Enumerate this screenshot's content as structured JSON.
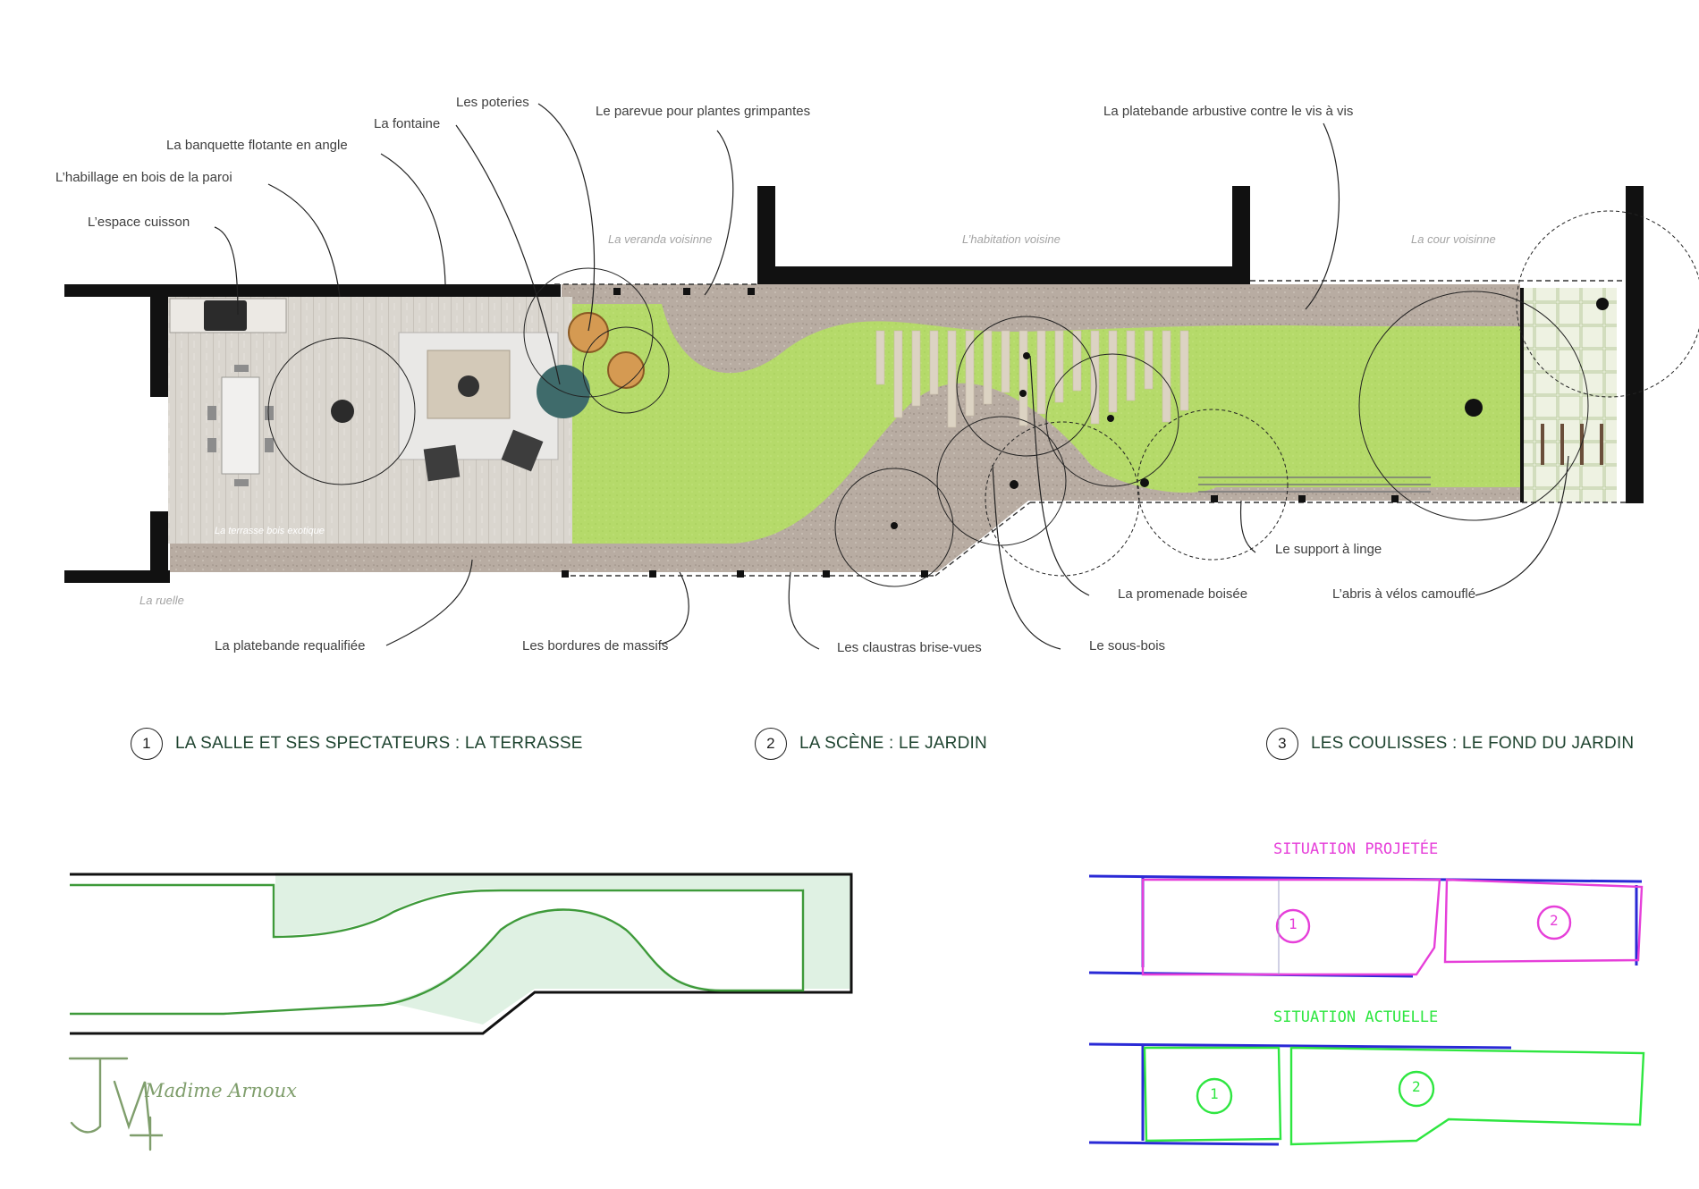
{
  "labels": {
    "poteries": "Les poteries",
    "parevue": "Le parevue pour plantes grimpantes",
    "platebande_arbustive": "La platebande arbustive contre le vis à vis",
    "fontaine": "La fontaine",
    "banquette": "La banquette flotante en angle",
    "habillage": "L’habillage en bois de la paroi",
    "cuisson": "L’espace cuisson",
    "platebande_requalifiee": "La platebande requalifiée",
    "bordures": "Les bordures de massifs",
    "claustras": "Les claustras brise-vues",
    "sous_bois": "Le sous-bois",
    "promenade": "La promenade boisée",
    "support_linge": "Le support à linge",
    "abris_velos": "L’abris à vélos camouflé"
  },
  "context": {
    "veranda": "La veranda voisinne",
    "habitation": "L’habitation voisine",
    "cour": "La cour voisinne",
    "ruelle": "La ruelle",
    "terrasse": "La terrasse bois exotique"
  },
  "sections": [
    {
      "num": "1",
      "title": "LA SALLE ET SES SPECTATEURS : LA TERRASSE"
    },
    {
      "num": "2",
      "title": "LA SCÈNE : LE JARDIN"
    },
    {
      "num": "3",
      "title": "LES COULISSES : LE FOND DU JARDIN"
    }
  ],
  "sketch": {
    "projected_title": "SITUATION PROJETÉE",
    "current_title": "SITUATION ACTUELLE",
    "zone1": "1",
    "zone2": "2"
  },
  "signature": "Madime Arnoux",
  "colors": {
    "wall": "#111111",
    "lawn": "#b5da6a",
    "gravel": "#b8aca2",
    "deck": "#dad6cf",
    "sketch_current": "#2ee640",
    "sketch_projected": "#e63fd9",
    "sketch_walls": "#2a2ad6",
    "signature": "#7f9e6c",
    "section_text": "#1f4430"
  }
}
